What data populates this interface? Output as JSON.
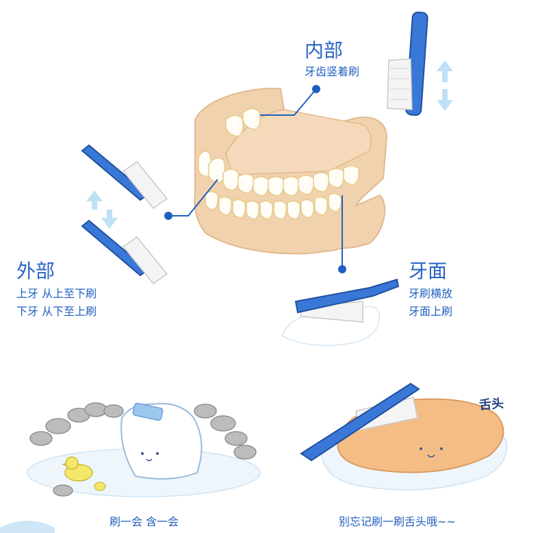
{
  "inner": {
    "title": "内部",
    "desc": "牙齿竖着刷"
  },
  "outer": {
    "title": "外部",
    "line1": "上牙 从上至下刷",
    "line2": "下牙 从下至上刷"
  },
  "surface": {
    "title": "牙面",
    "line1": "牙刷横放",
    "line2": "牙面上刷"
  },
  "captions": {
    "left": "刷一会 含一会",
    "right": "别忘记刷一刷舌头哦~~"
  },
  "tongue_tag": "舌头",
  "colors": {
    "brush": "#3a78d8",
    "text": "#1f5fc0",
    "gum": "#f1d2ae",
    "tooth": "#ffffff",
    "arrow": "#bfe0f5"
  }
}
